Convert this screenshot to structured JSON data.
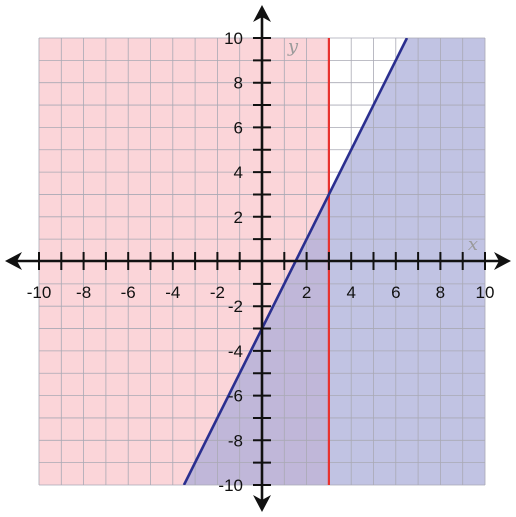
{
  "chart_data": {
    "type": "line",
    "title": "",
    "xlabel": "x",
    "ylabel": "y",
    "xlim": [
      -10,
      10
    ],
    "ylim": [
      -10,
      10
    ],
    "grid": true,
    "grid_step": 1,
    "x_ticks": [
      -10,
      -8,
      -6,
      -4,
      -2,
      2,
      4,
      6,
      8,
      10
    ],
    "y_ticks": [
      -10,
      -8,
      -6,
      -4,
      -2,
      2,
      4,
      6,
      8,
      10
    ],
    "x_tick_labels": [
      "-10",
      "-8",
      "-6",
      "-4",
      "-2",
      "2",
      "4",
      "6",
      "8",
      "10"
    ],
    "y_tick_labels": [
      "-10",
      "-8",
      "-6",
      "-4",
      "-2",
      "2",
      "4",
      "6",
      "8",
      "10"
    ],
    "series": [
      {
        "points": [
          [
            3,
            -10
          ],
          [
            3,
            10
          ]
        ],
        "color": "#e8322f"
      },
      {
        "points": [
          [
            -3.5,
            -10
          ],
          [
            6.5,
            10
          ]
        ],
        "color": "#2b2f8f"
      }
    ],
    "shaded_regions": [
      {
        "description": "x < 3",
        "color": "#f9c7cc"
      },
      {
        "description": "y < 2x - 3",
        "color": "#a9acd8"
      }
    ]
  }
}
